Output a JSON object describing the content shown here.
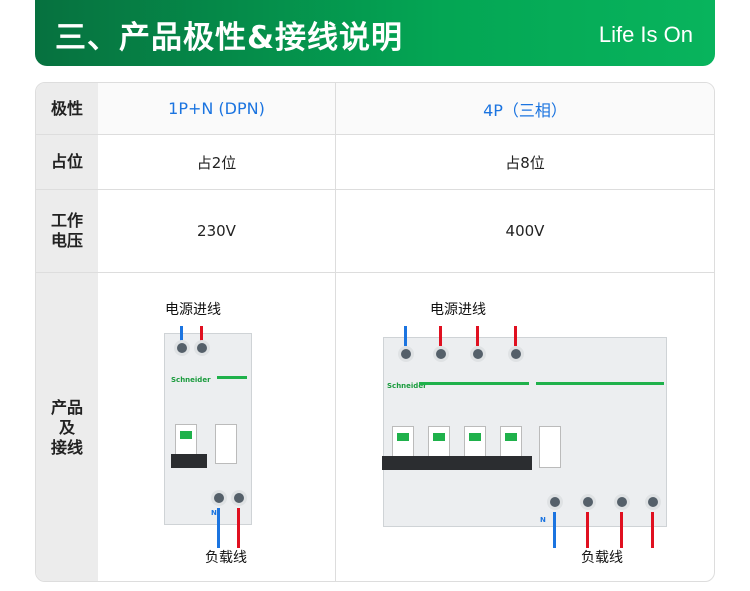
{
  "header": {
    "title": "三、产品极性&接线说明",
    "slogan": "Life Is On"
  },
  "table": {
    "rows": [
      {
        "label": "极性",
        "col1": "1P+N (DPN)",
        "col2": "4P（三相）"
      },
      {
        "label": "占位",
        "col1": "占2位",
        "col2": "占8位"
      },
      {
        "label": "工作\n电压",
        "col1": "230V",
        "col2": "400V"
      },
      {
        "label": "产品\n及\n接线",
        "col1": "",
        "col2": ""
      }
    ]
  },
  "diagram": {
    "line_in": "电源进线",
    "load": "负载线",
    "neutral": "N",
    "brand": "Schneider",
    "colors": {
      "neutral": "#1b74e0",
      "live": "#e01020",
      "accent": "#1fb14b"
    }
  }
}
